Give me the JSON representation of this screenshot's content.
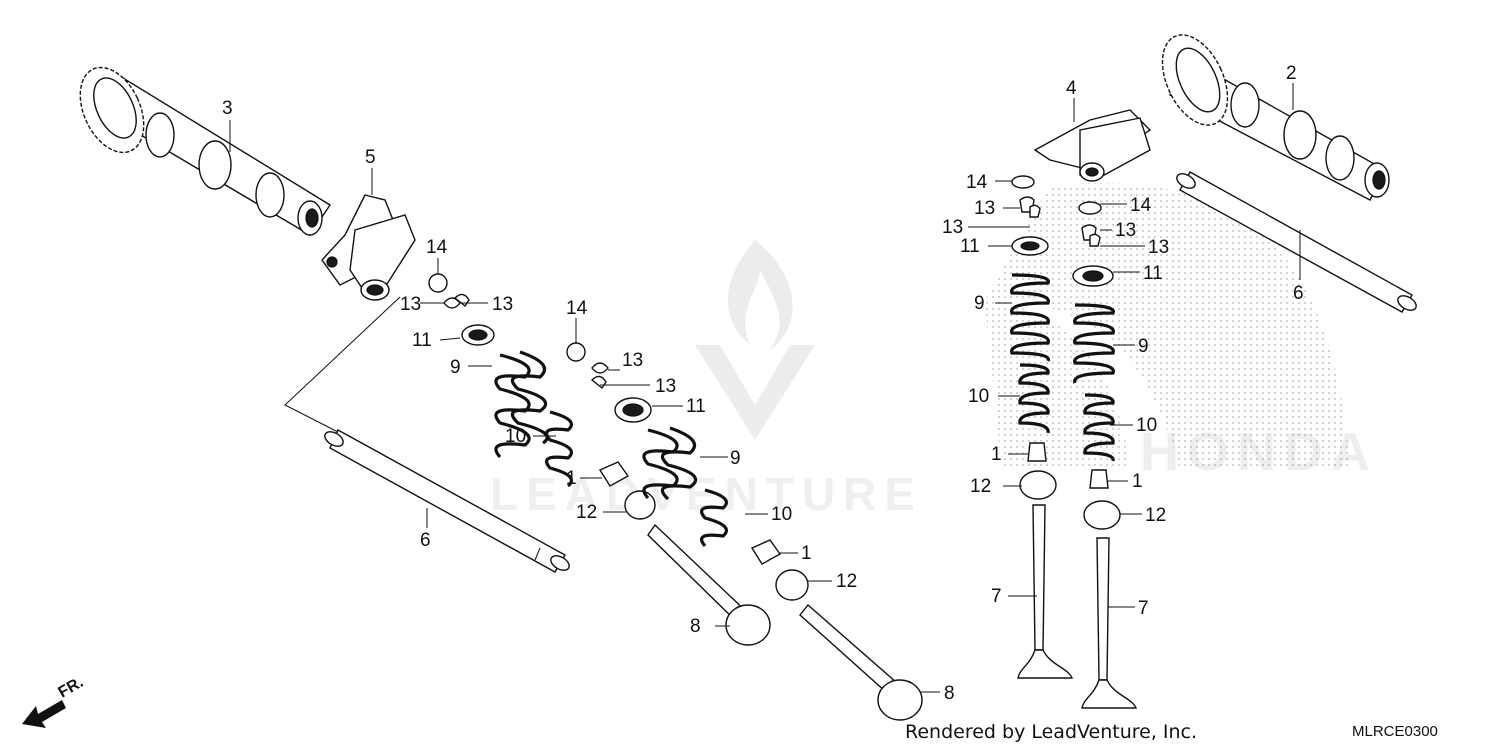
{
  "watermark": {
    "text": "LEADVENTURE"
  },
  "brand_text": "HONDA",
  "footer": {
    "credit": "Rendered by LeadVenture, Inc.",
    "code": "MLRCE0300"
  },
  "direction_marker": {
    "label": "FR."
  },
  "callouts": {
    "c3": "3",
    "c5": "5",
    "c14a": "14",
    "c13a": "13",
    "c13b": "13",
    "c11a": "11",
    "c9a": "9",
    "c10a": "10",
    "c1a": "1",
    "c12a": "12",
    "c6a": "6",
    "c8a": "8",
    "c14b": "14",
    "c13c": "13",
    "c13d": "13",
    "c11b": "11",
    "c9b": "9",
    "c10b": "10",
    "c1b": "1",
    "c12b": "12",
    "c8b": "8",
    "c4": "4",
    "c2": "2",
    "c14c": "14",
    "c13e": "13",
    "c13f": "13",
    "c11c": "11",
    "c9c": "9",
    "c10c": "10",
    "c1c": "1",
    "c12c": "12",
    "c7a": "7",
    "c14d": "14",
    "c13g": "13",
    "c13h": "13",
    "c11d": "11",
    "c9d": "9",
    "c10d": "10",
    "c1d": "1",
    "c12d": "12",
    "c7b": "7",
    "c6b": "6"
  }
}
